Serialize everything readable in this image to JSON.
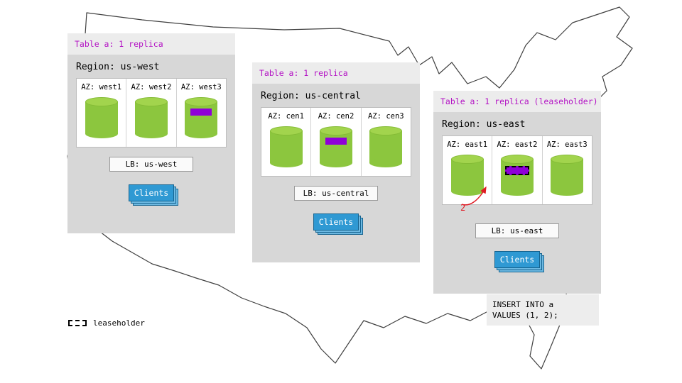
{
  "legend": {
    "label": "leaseholder"
  },
  "sql_note": {
    "line1": "INSERT INTO a",
    "line2": "VALUES (1, 2);"
  },
  "colors": {
    "replica_marker": "#8f00d8",
    "cylinder_green": "#8cc63e",
    "clients_blue": "#2f99d3",
    "banner_text": "#b312c4",
    "arrow_red": "#e01b24",
    "panel_grey": "#d7d7d7",
    "banner_grey": "#ececec"
  },
  "regions": [
    {
      "table_label": "Table a: 1 replica",
      "title": "Region: us-west",
      "azs": [
        {
          "label": "AZ: west1",
          "marker": "none"
        },
        {
          "label": "AZ: west2",
          "marker": "none"
        },
        {
          "label": "AZ: west3",
          "marker": "replica"
        }
      ],
      "lb_label": "LB: us-west",
      "clients_label": "Clients"
    },
    {
      "table_label": "Table a: 1 replica",
      "title": "Region: us-central",
      "azs": [
        {
          "label": "AZ: cen1",
          "marker": "none"
        },
        {
          "label": "AZ: cen2",
          "marker": "replica"
        },
        {
          "label": "AZ: cen3",
          "marker": "none"
        }
      ],
      "lb_label": "LB: us-central",
      "clients_label": "Clients"
    },
    {
      "table_label": "Table a: 1 replica (leaseholder)",
      "title": "Region: us-east",
      "azs": [
        {
          "label": "AZ: east1",
          "marker": "none"
        },
        {
          "label": "AZ: east2",
          "marker": "leaseholder"
        },
        {
          "label": "AZ: east3",
          "marker": "none"
        }
      ],
      "lb_label": "LB: us-east",
      "clients_label": "Clients",
      "annotation": {
        "step_label": "2"
      }
    }
  ]
}
